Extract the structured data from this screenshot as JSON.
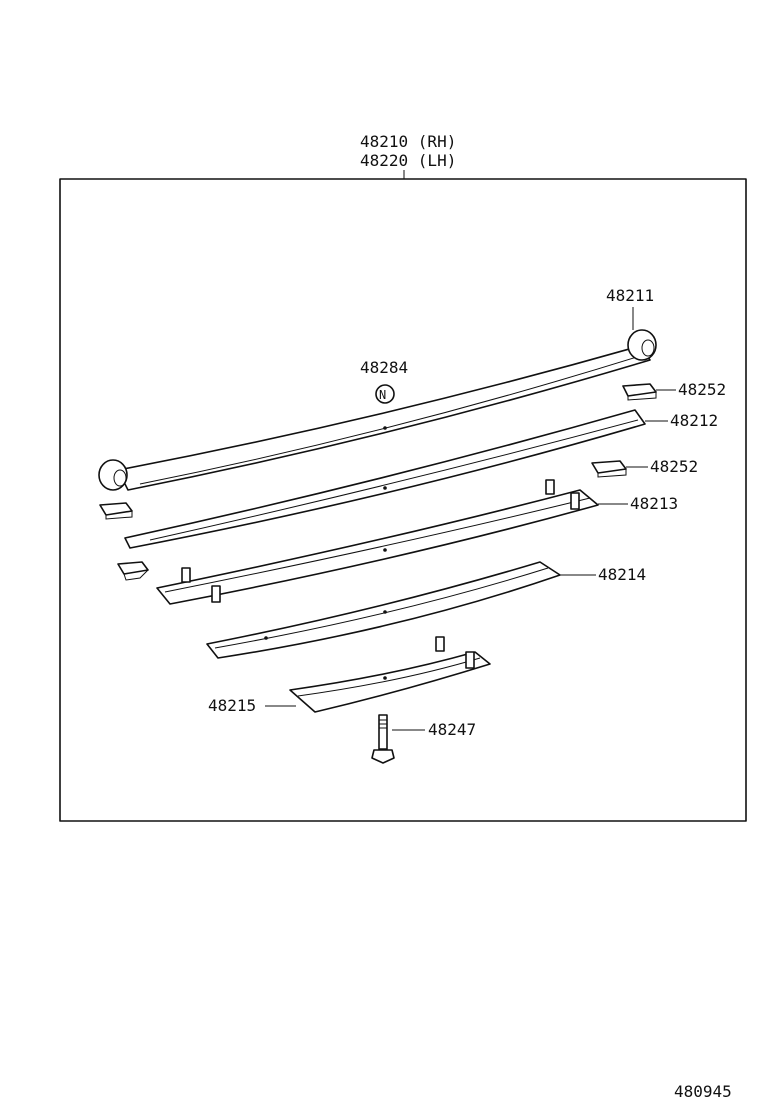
{
  "assembly": {
    "rh": "48210 (RH)",
    "lh": "48220 (LH)"
  },
  "parts": {
    "p48211": "48211",
    "p48284": "48284",
    "p48252a": "48252",
    "p48212": "48212",
    "p48252b": "48252",
    "p48213": "48213",
    "p48214": "48214",
    "p48215": "48215",
    "p48247": "48247"
  },
  "symbol": "N",
  "figure_number": "480945"
}
